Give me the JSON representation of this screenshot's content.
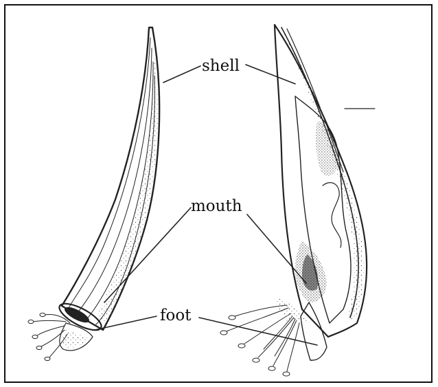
{
  "diagram": {
    "labels": {
      "shell": "shell",
      "mouth": "mouth",
      "foot": "foot"
    }
  }
}
